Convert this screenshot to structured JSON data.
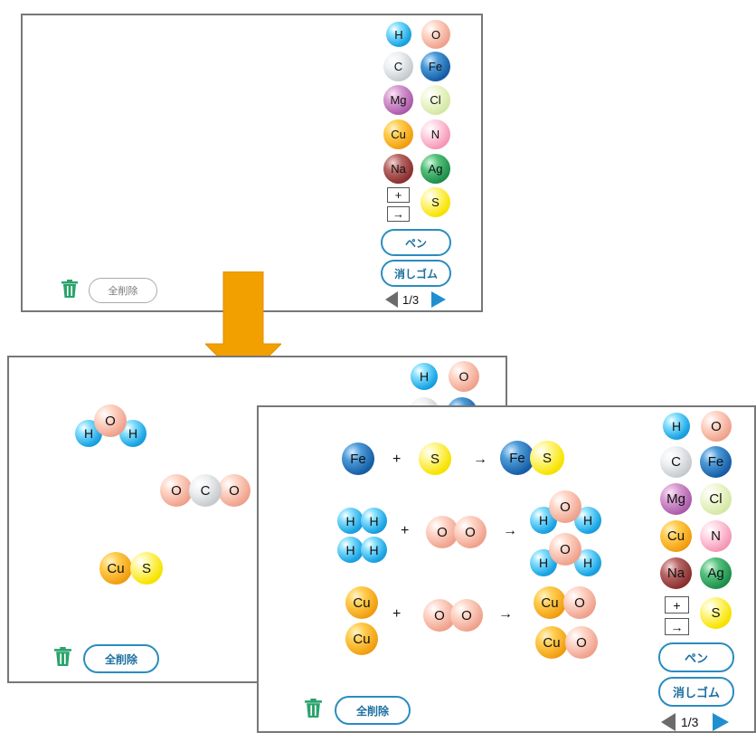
{
  "palette": {
    "elements": [
      "H",
      "O",
      "C",
      "Fe",
      "Mg",
      "Cl",
      "Cu",
      "N",
      "Na",
      "Ag",
      "S"
    ],
    "operators": {
      "plus": "+",
      "arrow": "→"
    },
    "pen_label": "ペン",
    "eraser_label": "消しゴム",
    "page_indicator": "1/3"
  },
  "toolbar": {
    "clear_all_label": "全削除"
  },
  "equations": {
    "plus": "+",
    "arrow": "→"
  },
  "colors": {
    "arrow_orange": "#f2a000",
    "accent_blue": "#2a8cc0",
    "trash_green": "#2aa36b"
  }
}
